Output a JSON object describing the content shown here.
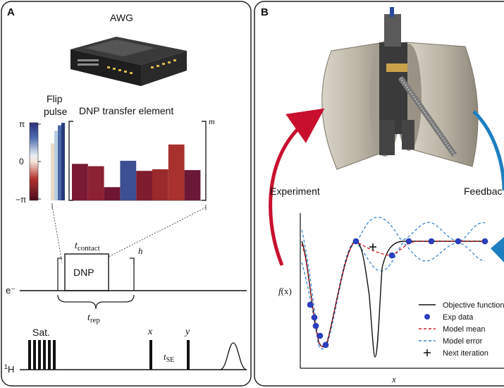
{
  "panel_a": {
    "label": "A",
    "awg_label": "AWG",
    "flip_pulse_line1": "Flip",
    "flip_pulse_line2": "pulse",
    "colorbar_top": "π",
    "colorbar_mid": "0",
    "colorbar_bottom": "−π",
    "dnp_transfer_label": "DNP transfer element",
    "bracket_m": "m",
    "t_contact": "t",
    "t_contact_sub": "contact",
    "dnp_box_label": "DNP",
    "h_label": "h",
    "t_rep": "t",
    "t_rep_sub": "rep",
    "electron_label": "e⁻",
    "proton_sup": "1",
    "proton_label": "H",
    "sat_label": "Sat.",
    "x_label": "x",
    "y_label": "y",
    "t_se": "t",
    "t_se_sub": "SE",
    "dnp_phase_colors": [
      "#7a1a35",
      "#8b2133",
      "#6e1532",
      "#3c4f93",
      "#7f1c2e",
      "#9b2a2c",
      "#a8312e",
      "#6b1736"
    ],
    "dnp_bar_levels": [
      0.47,
      0.44,
      0.17,
      0.51,
      0.38,
      0.4,
      0.72,
      0.39
    ],
    "flip_colors": [
      "#e9d9c6",
      "#b8cde0",
      "#4a6aa5",
      "#263a7e"
    ],
    "flip_levels": [
      0.72,
      0.88,
      0.95,
      0.98
    ]
  },
  "panel_b": {
    "label": "B",
    "experiment_label": "Experiment",
    "feedback_label": "Feedbac",
    "y_axis_label_f": "f",
    "y_axis_label_x": "(x)",
    "x_axis_label": "x",
    "legend": [
      {
        "label": "Objective function",
        "style": "solid-line",
        "color": "#111111"
      },
      {
        "label": "Exp data",
        "style": "dot",
        "color": "#2b3fc4"
      },
      {
        "label": "Model mean",
        "style": "dashed-red",
        "color": "#d21e24"
      },
      {
        "label": "Model error",
        "style": "dashed-blue",
        "color": "#3a86d1"
      },
      {
        "label": "Next iteration",
        "style": "plus",
        "color": "#111111"
      }
    ],
    "accent_red": "#c8102e",
    "accent_blue": "#1e7fc0"
  }
}
